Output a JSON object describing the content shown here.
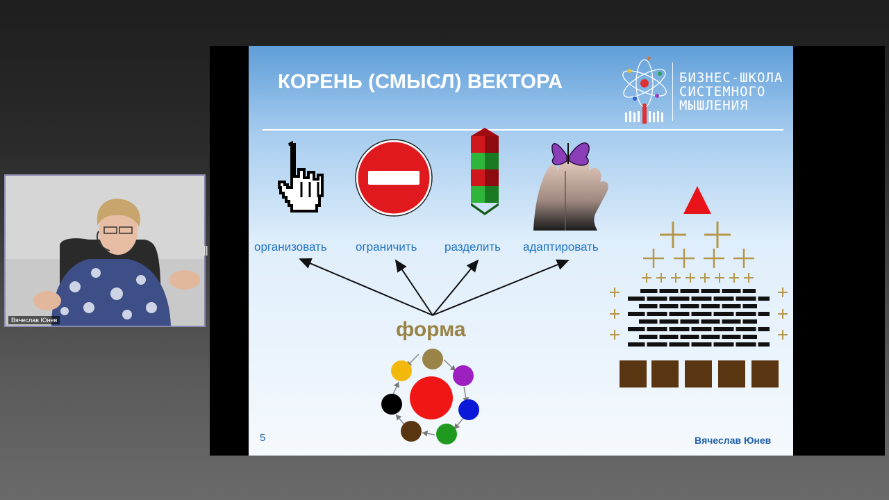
{
  "slide": {
    "title": "КОРЕНЬ (СМЫСЛ) ВЕКТОРА",
    "logo_lines": [
      "БИЗНЕС-ШКОЛА",
      "СИСТЕМНОГО",
      "МЫШЛЕНИЯ"
    ],
    "labels": [
      "организовать",
      "ограничить",
      "разделить",
      "адаптировать"
    ],
    "center_word": "форма",
    "slide_number": "5",
    "author": "Вячеслав Юнев"
  },
  "webcam": {
    "name": "Вячеслав Юнев"
  },
  "colors": {
    "label_blue": "#1f73c4",
    "forma_gold": "#9a8346",
    "stop_red": "#e0191e",
    "triangle_red": "#e8141a",
    "plus_gold": "#b5964a",
    "brick_black": "#111111",
    "block_brown": "#5a3512"
  },
  "icons": [
    "pointing-hand-icon",
    "no-entry-sign-icon",
    "stacked-blocks-icon",
    "hands-butterfly-icon"
  ]
}
